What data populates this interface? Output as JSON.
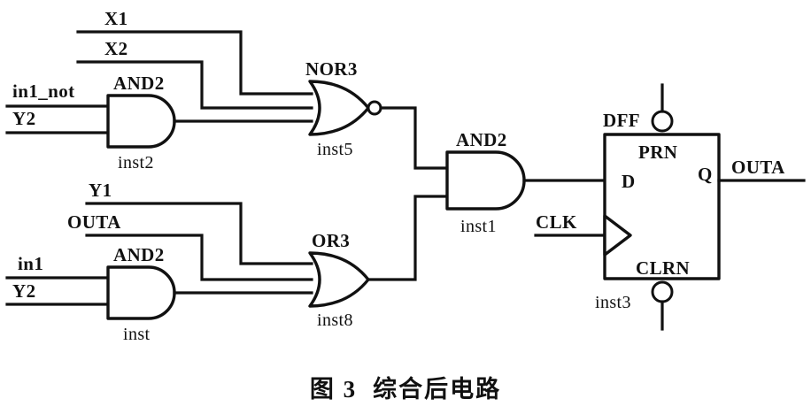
{
  "figure": {
    "caption_label": "图 3",
    "caption_title": "综合后电路"
  },
  "signals": {
    "x1": "X1",
    "x2": "X2",
    "in1_not": "in1_not",
    "y2_top": "Y2",
    "y1": "Y1",
    "outa_feedback": "OUTA",
    "in1": "in1",
    "y2_bottom": "Y2",
    "clk": "CLK",
    "outa_output": "OUTA"
  },
  "gates": {
    "and2_top": {
      "type": "AND2",
      "instance": "inst2"
    },
    "nor3": {
      "type": "NOR3",
      "instance": "inst5"
    },
    "and2_bottom": {
      "type": "AND2",
      "instance": "inst"
    },
    "or3": {
      "type": "OR3",
      "instance": "inst8"
    },
    "and2_main": {
      "type": "AND2",
      "instance": "inst1"
    },
    "dff": {
      "type": "DFF",
      "instance": "inst3",
      "pin_d": "D",
      "pin_q": "Q",
      "pin_prn": "PRN",
      "pin_clrn": "CLRN"
    }
  },
  "colors": {
    "ink": "#111111",
    "paper": "#ffffff"
  }
}
